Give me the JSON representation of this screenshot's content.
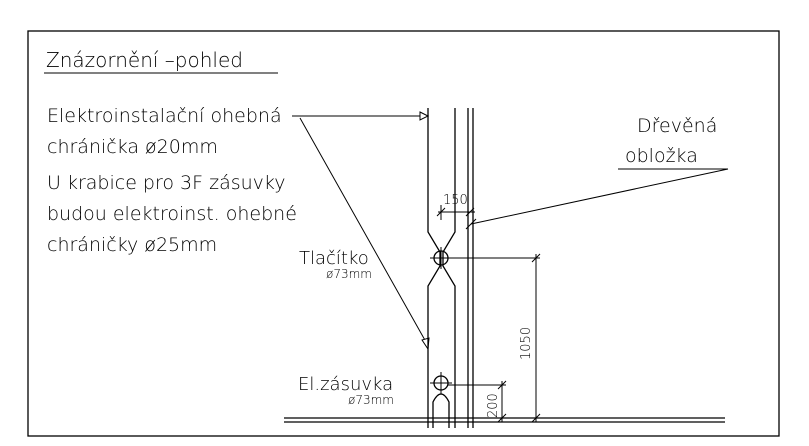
{
  "title": "Znázornění –pohled",
  "notes": {
    "line1": "Elektroinstalační ohebná",
    "line2": "chránička ø20mm",
    "line3": "U krabice pro 3F zásuvky",
    "line4": "budou elektroinst. ohebné",
    "line5": "chráničky ø25mm"
  },
  "lining": {
    "line1": "Dřevěná",
    "line2": "obložka"
  },
  "button": {
    "label": "Tlačítko",
    "size": "ø73mm"
  },
  "socket": {
    "label": "El.zásuvka",
    "size": "ø73mm"
  },
  "dimensions": {
    "width": "150",
    "button_height": "1050",
    "socket_height": "200"
  }
}
